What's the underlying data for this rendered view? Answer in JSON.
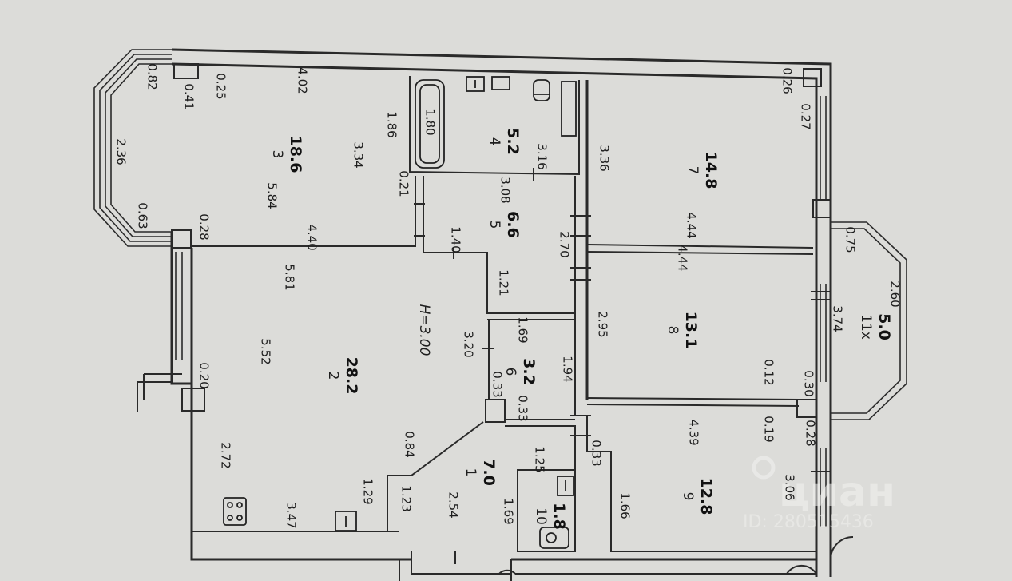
{
  "diagram": {
    "rooms": [
      {
        "number": "1",
        "area": "7.0"
      },
      {
        "number": "2",
        "area": "28.2"
      },
      {
        "number": "3",
        "area": "18.6"
      },
      {
        "number": "4",
        "area": "5.2"
      },
      {
        "number": "5",
        "area": "6.6"
      },
      {
        "number": "6",
        "area": "3.2"
      },
      {
        "number": "7",
        "area": "14.8"
      },
      {
        "number": "8",
        "area": "13.1"
      },
      {
        "number": "9",
        "area": "12.8"
      },
      {
        "number": "10",
        "area": "1.8"
      },
      {
        "number": "11х",
        "area": "5.0"
      }
    ],
    "ceiling_height": "H=3.00",
    "dimensions": {
      "d082": "0.82",
      "d041": "0.41",
      "d025": "0.25",
      "d402": "4.02",
      "d236": "2.36",
      "d186": "1.86",
      "d180": "1.80",
      "d334": "3.34",
      "d584": "5.84",
      "d316": "3.16",
      "d021": "0.21",
      "d308": "3.08",
      "d063": "0.63",
      "d028": "0.28",
      "d440": "4.40",
      "d140": "1.40",
      "d026": "0.26",
      "d027": "0.27",
      "d336": "3.36",
      "d444a": "4.44",
      "d270": "2.70",
      "d444b": "4.44",
      "d075": "0.75",
      "d581": "5.81",
      "d121": "1.21",
      "d552": "5.52",
      "d320": "3.20",
      "d169a": "1.69",
      "d295": "2.95",
      "d374": "3.74",
      "d260": "2.60",
      "d020": "0.20",
      "d194": "1.94",
      "d033a": "0.33",
      "d033b": "0.33",
      "d012": "0.12",
      "d030": "0.30",
      "d272": "2.72",
      "d084": "0.84",
      "d125": "1.25",
      "d033c": "0.33",
      "d439": "4.39",
      "d019": "0.19",
      "d028b": "0.28",
      "d129": "1.29",
      "d123": "1.23",
      "d254": "2.54",
      "d169b": "1.69",
      "d166": "1.66",
      "d306": "3.06",
      "d347": "3.47"
    }
  },
  "watermark": {
    "brand": "циан",
    "listing_id": "ID: 280515436"
  }
}
